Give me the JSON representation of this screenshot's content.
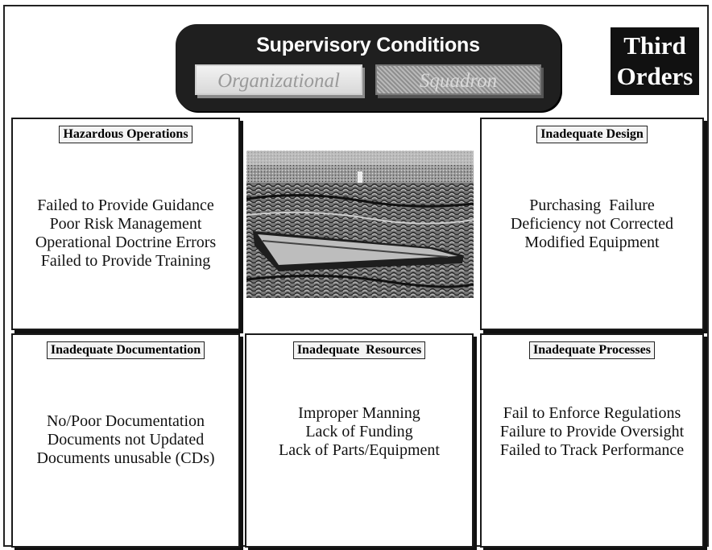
{
  "header": {
    "title": "Supervisory Conditions",
    "tabs": [
      "Organizational",
      "Squadron"
    ]
  },
  "corner_label": {
    "line1": "Third",
    "line2": "Orders"
  },
  "boxes": {
    "hazardous": {
      "title": "Hazardous Operations",
      "items": [
        "Failed to Provide Guidance",
        "Poor Risk Management",
        "Operational Doctrine Errors",
        "Failed to Provide Training"
      ]
    },
    "design": {
      "title": "Inadequate Design",
      "items": [
        "Purchasing  Failure",
        "Deficiency not Corrected",
        "Modified Equipment"
      ]
    },
    "documentation": {
      "title": "Inadequate Documentation",
      "items": [
        "No/Poor Documentation",
        "Documents not Updated",
        "Documents unusable (CDs)"
      ]
    },
    "resources": {
      "title": "Inadequate  Resources",
      "items": [
        "Improper Manning",
        "Lack of Funding",
        "Lack of Parts/Equipment"
      ]
    },
    "processes": {
      "title": "Inadequate Processes",
      "items": [
        "Fail to Enforce Regulations",
        "Failure to Provide Oversight",
        "Failed to Track Performance"
      ]
    }
  },
  "colors": {
    "header_bg": "#1f1f1f",
    "corner_bg": "#111111",
    "box_border": "#1a1a1a"
  }
}
